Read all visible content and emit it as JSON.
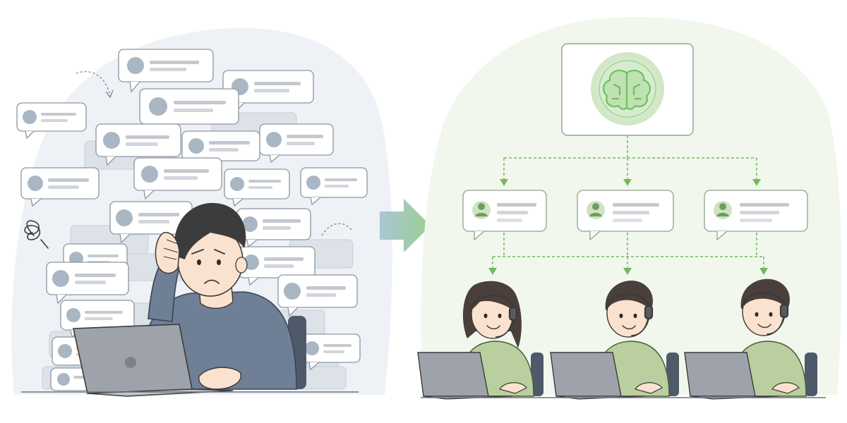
{
  "scene": {
    "left_panel": "overwhelmed-person",
    "right_panel": "ai-routed-agents",
    "colors": {
      "left_backdrop": "#eef1f5",
      "right_backdrop": "#f1f7ec",
      "bubble_fill": "#ffffff",
      "bubble_stroke": "#8e96a0",
      "avatar_gray": "#8a9aad",
      "avatar_green": "#6e9e5e",
      "ai_green": "#6fbf62",
      "ai_circle": "#d7eccf",
      "arrow_gradient_start": "#a9c6d6",
      "arrow_gradient_end": "#9bcf8f",
      "connector_green": "#72b85f",
      "shirt_blue": "#6f7f96",
      "shirt_green": "#b9cf9f",
      "hair": "#3c3c3c",
      "skin": "#fbe2cf",
      "laptop": "#9ea3ab"
    },
    "icons": [
      "user-icon",
      "brain-icon",
      "headset-icon",
      "laptop-icon",
      "stress-scribble-icon",
      "arrow-right-icon"
    ],
    "routed_agent_count": 3
  }
}
